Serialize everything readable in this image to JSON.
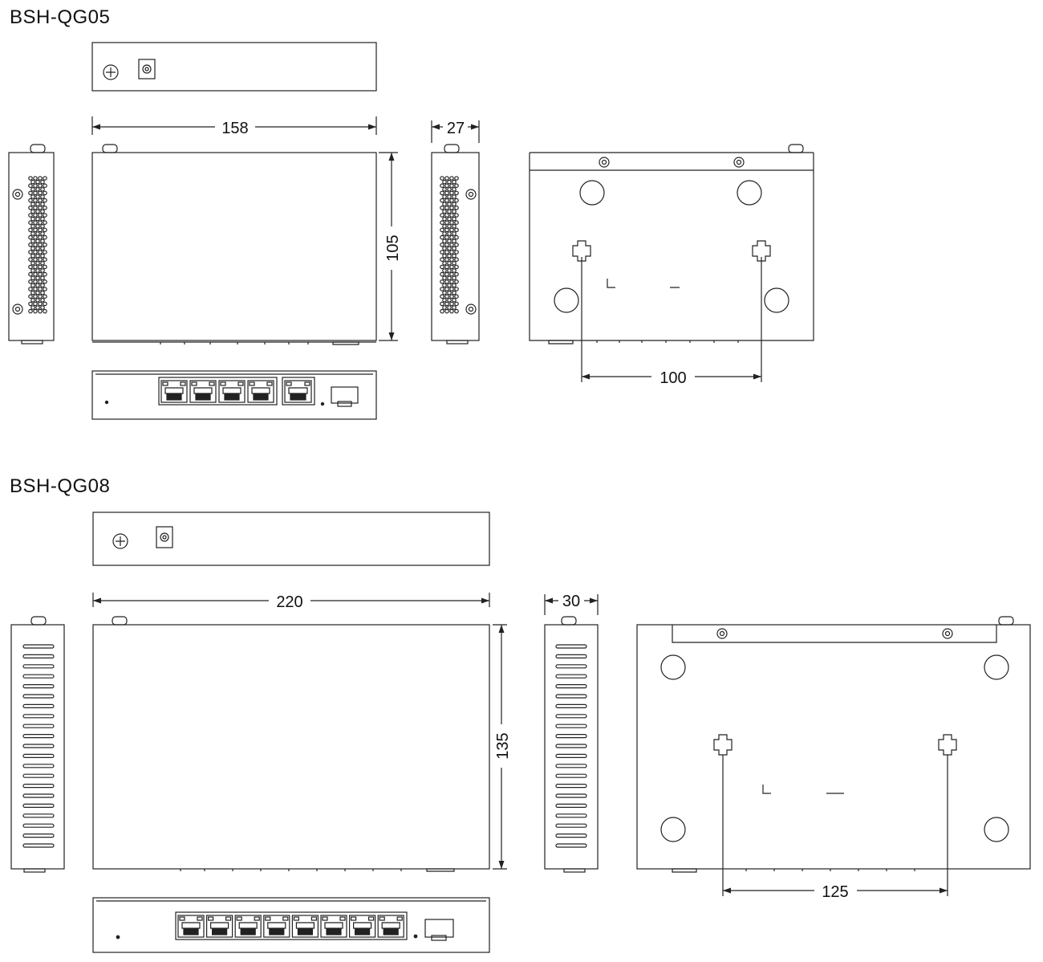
{
  "models": [
    {
      "name": "BSH-QG05",
      "dimensions": {
        "width": "158",
        "depth": "105",
        "height": "27",
        "mount_spacing": "100"
      },
      "rj45_ports": 5,
      "sfp_ports": 1
    },
    {
      "name": "BSH-QG08",
      "dimensions": {
        "width": "220",
        "depth": "135",
        "height": "30",
        "mount_spacing": "125"
      },
      "rj45_ports": 8,
      "sfp_ports": 1
    }
  ],
  "colors": {
    "line": "#222222",
    "text": "#111111",
    "background": "#ffffff"
  }
}
